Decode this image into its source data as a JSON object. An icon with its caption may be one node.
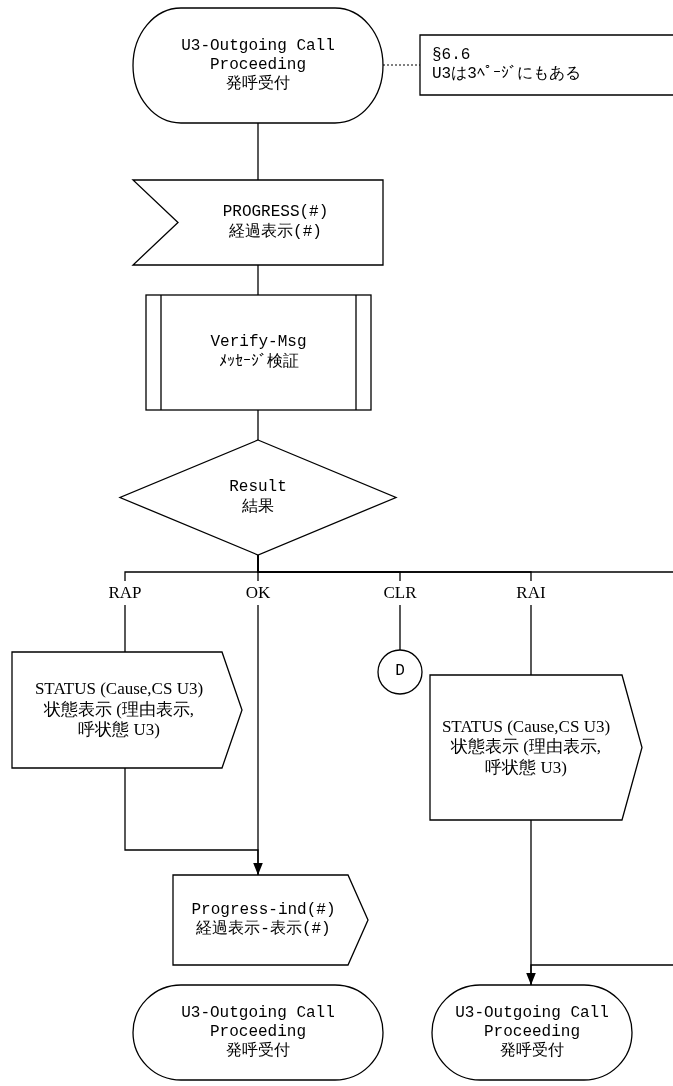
{
  "diagram": {
    "nodes": [
      {
        "text": [
          "U3-Outgoing Call Proceeding",
          "発呼受付"
        ]
      },
      {
        "text": [
          "§6.6",
          "U3は3ﾍﾟｰｼﾞにもある"
        ]
      },
      {
        "text": [
          "PROGRESS(#)",
          "経過表示(#)"
        ]
      },
      {
        "text": [
          "Verify-Msg",
          "ﾒｯｾｰｼﾞ検証"
        ]
      },
      {
        "text": [
          "Result",
          "結果"
        ]
      },
      {
        "text": [
          "STATUS (Cause,CS U3)",
          "状態表示 (理由表示,呼状態 U3)"
        ]
      },
      {
        "text": [
          "D"
        ]
      },
      {
        "text": [
          "Progress-ind(#)",
          "経過表示-表示(#)"
        ]
      },
      {
        "text": [
          "STATUS (Cause,CS U3)",
          "状態表示 (理由表示,呼状態 U3)"
        ]
      },
      {
        "text": [
          "U3-Outgoing Call Proceeding",
          "発呼受付"
        ]
      },
      {
        "text": [
          "U3-Outgoing Call Proceeding",
          "発呼受付"
        ]
      }
    ],
    "edges": [
      {
        "from": 0,
        "to": 1,
        "arrow": "none",
        "style": "dashed"
      },
      {
        "from": 0,
        "to": 2,
        "arrow": "none"
      },
      {
        "from": 2,
        "to": 3,
        "arrow": "none"
      },
      {
        "from": 3,
        "to": 4,
        "arrow": "none"
      },
      {
        "from": 4,
        "to": 5,
        "arrow": "none",
        "label": "RAP"
      },
      {
        "from": 4,
        "to": 7,
        "arrow": "none",
        "label": "OK"
      },
      {
        "from": 4,
        "to": 6,
        "arrow": "none",
        "label": "CLR"
      },
      {
        "from": 4,
        "to": 8,
        "arrow": "none",
        "label": "RAI"
      },
      {
        "from": 4,
        "to": null,
        "arrow": "none"
      },
      {
        "from": 5,
        "to": 7,
        "arrow": "to"
      },
      {
        "from": 8,
        "to": 10,
        "arrow": "none"
      },
      {
        "from": null,
        "to": 10,
        "arrow": "to"
      }
    ]
  }
}
